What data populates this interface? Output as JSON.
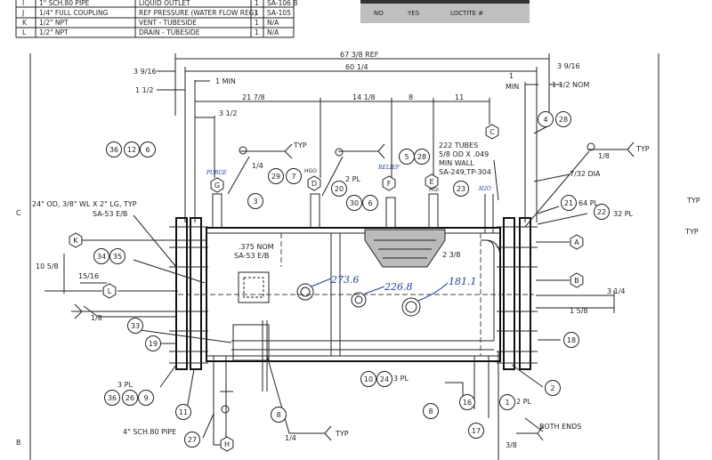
{
  "parts_table": [
    {
      "mark": "I",
      "size": "1\" SCH.80 PIPE",
      "desc": "LIQUID OUTLET",
      "qty": "1",
      "spec": "SA-106 B"
    },
    {
      "mark": "J",
      "size": "1/4\" FULL COUPLING",
      "desc": "REF PRESSURE (WATER FLOW REG)",
      "qty": "1",
      "spec": "SA-105"
    },
    {
      "mark": "K",
      "size": "1/2\" NPT",
      "desc": "VENT - TUBESIDE",
      "qty": "1",
      "spec": "N/A"
    },
    {
      "mark": "L",
      "size": "1/2\" NPT",
      "desc": "DRAIN - TUBESIDE",
      "qty": "1",
      "spec": "N/A"
    }
  ],
  "title_block": {
    "no": "NO",
    "yes": "YES",
    "loctite": "LOCTITE #"
  },
  "dimensions": {
    "overall_ref": "67 3/8 REF",
    "inner": "60 1/4",
    "left_offset": "3 9/16",
    "right_offset": "3 9/16",
    "min_left": "1 MIN",
    "min_right": "1",
    "min_right_word": "MIN",
    "nom_left": "1 1/2",
    "nom_right": "1 1/2 NOM",
    "span_a": "21 7/8",
    "span_b": "14 1/8",
    "span_c": "8",
    "span_d": "11",
    "offset_small": "3 1/2",
    "height": "10 5/8",
    "drain_offset": "15/16",
    "right_h1": "3 1/4",
    "right_h2": "1 5/8",
    "gap": "2 3/8",
    "bolt_edge": "3/8",
    "dia": "7/32 DIA"
  },
  "notes": {
    "tubes": [
      "222 TUBES",
      "5/8 OD X .049",
      "MIN WALL",
      "SA-249,TP-304"
    ],
    "wl": [
      "24\" OD, 3/8\" WL X 2\" LG, TYP",
      "SA-53  E/B"
    ],
    "nom": [
      ".375 NOM",
      "SA-53  E/B"
    ],
    "pipe4": "4\" SCH.80 PIPE",
    "both_ends": "BOTH ENDS",
    "typ": "TYP",
    "pl2": "2 PL",
    "pl3": "3 PL",
    "pl32": "32 PL",
    "pl64": "64 PL",
    "weld_1_4": "1/4",
    "weld_1_8": "1/8",
    "hgo": "HGO",
    "hgi": "HGI",
    "hand_purge": "PURGE",
    "hand_relief": "RELIEF",
    "hand_h2o": "H2O"
  },
  "handwritten": [
    "273.6",
    "226.8",
    "181.1"
  ],
  "balloons": [
    "36",
    "12",
    "6",
    "29",
    "7",
    "3",
    "20",
    "5",
    "28",
    "30",
    "6",
    "23",
    "4",
    "28",
    "21",
    "22",
    "34",
    "35",
    "33",
    "19",
    "36",
    "26",
    "9",
    "11",
    "27",
    "8",
    "10",
    "24",
    "16",
    "17",
    "1",
    "8",
    "18",
    "2"
  ],
  "hex_labels": [
    "G",
    "D",
    "F",
    "E",
    "C",
    "K",
    "L",
    "A",
    "B",
    "H"
  ],
  "border": {
    "row_c": "C",
    "row_b": "B",
    "typ_right": "TYP"
  }
}
